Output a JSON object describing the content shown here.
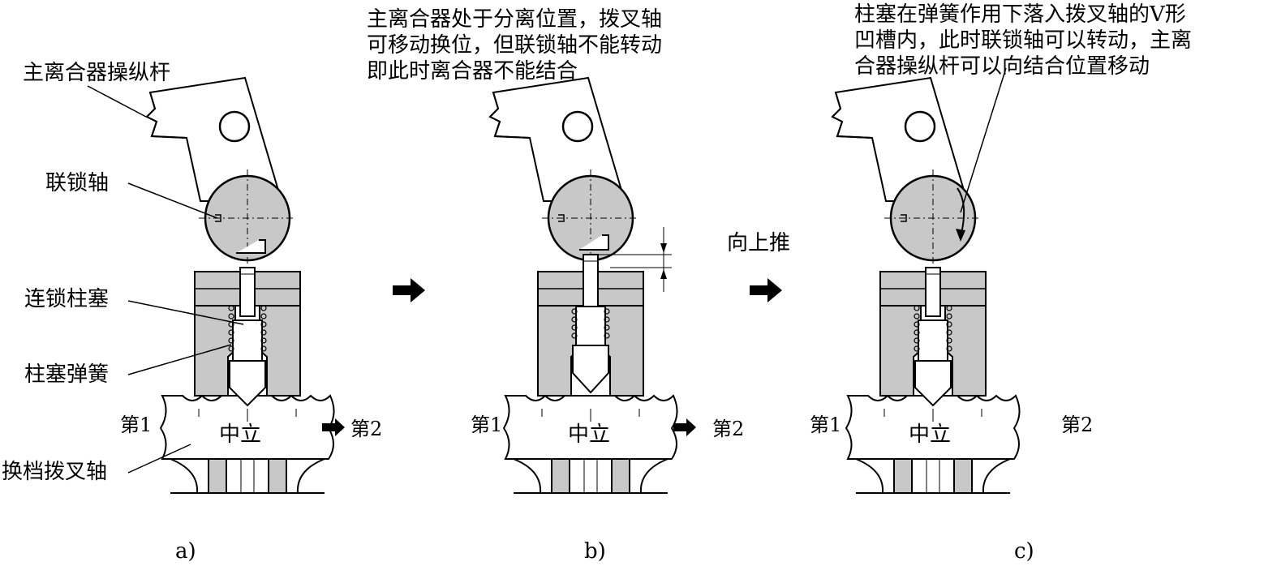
{
  "panel_a": {
    "labels": {
      "lever": "主离合器操纵杆",
      "interlock_shaft": "联锁轴",
      "plunger": "连锁柱塞",
      "spring": "柱塞弹簧",
      "fork_shaft": "换档拨叉轴"
    },
    "first": "第1",
    "neutral": "中立",
    "second": "第2",
    "caption": "a)"
  },
  "panel_b": {
    "description_lines": [
      "主离合器处于分离位置，拨叉轴",
      "可移动换位，但联锁轴不能转动",
      "即此时离合器不能结合"
    ],
    "first": "第1",
    "neutral": "中立",
    "second": "第2",
    "caption": "b)"
  },
  "between_bc": {
    "push_up": "向上推"
  },
  "panel_c": {
    "description_lines": [
      "柱塞在弹簧作用下落入拨叉轴的V形",
      "凹槽内，此时联锁轴可以转动，主离",
      "合器操纵杆可以向结合位置移动"
    ],
    "first": "第1",
    "neutral": "中立",
    "second": "第2",
    "caption": "c)"
  },
  "colors": {
    "part_gray": "#c8c8c8",
    "ink": "#000000"
  }
}
